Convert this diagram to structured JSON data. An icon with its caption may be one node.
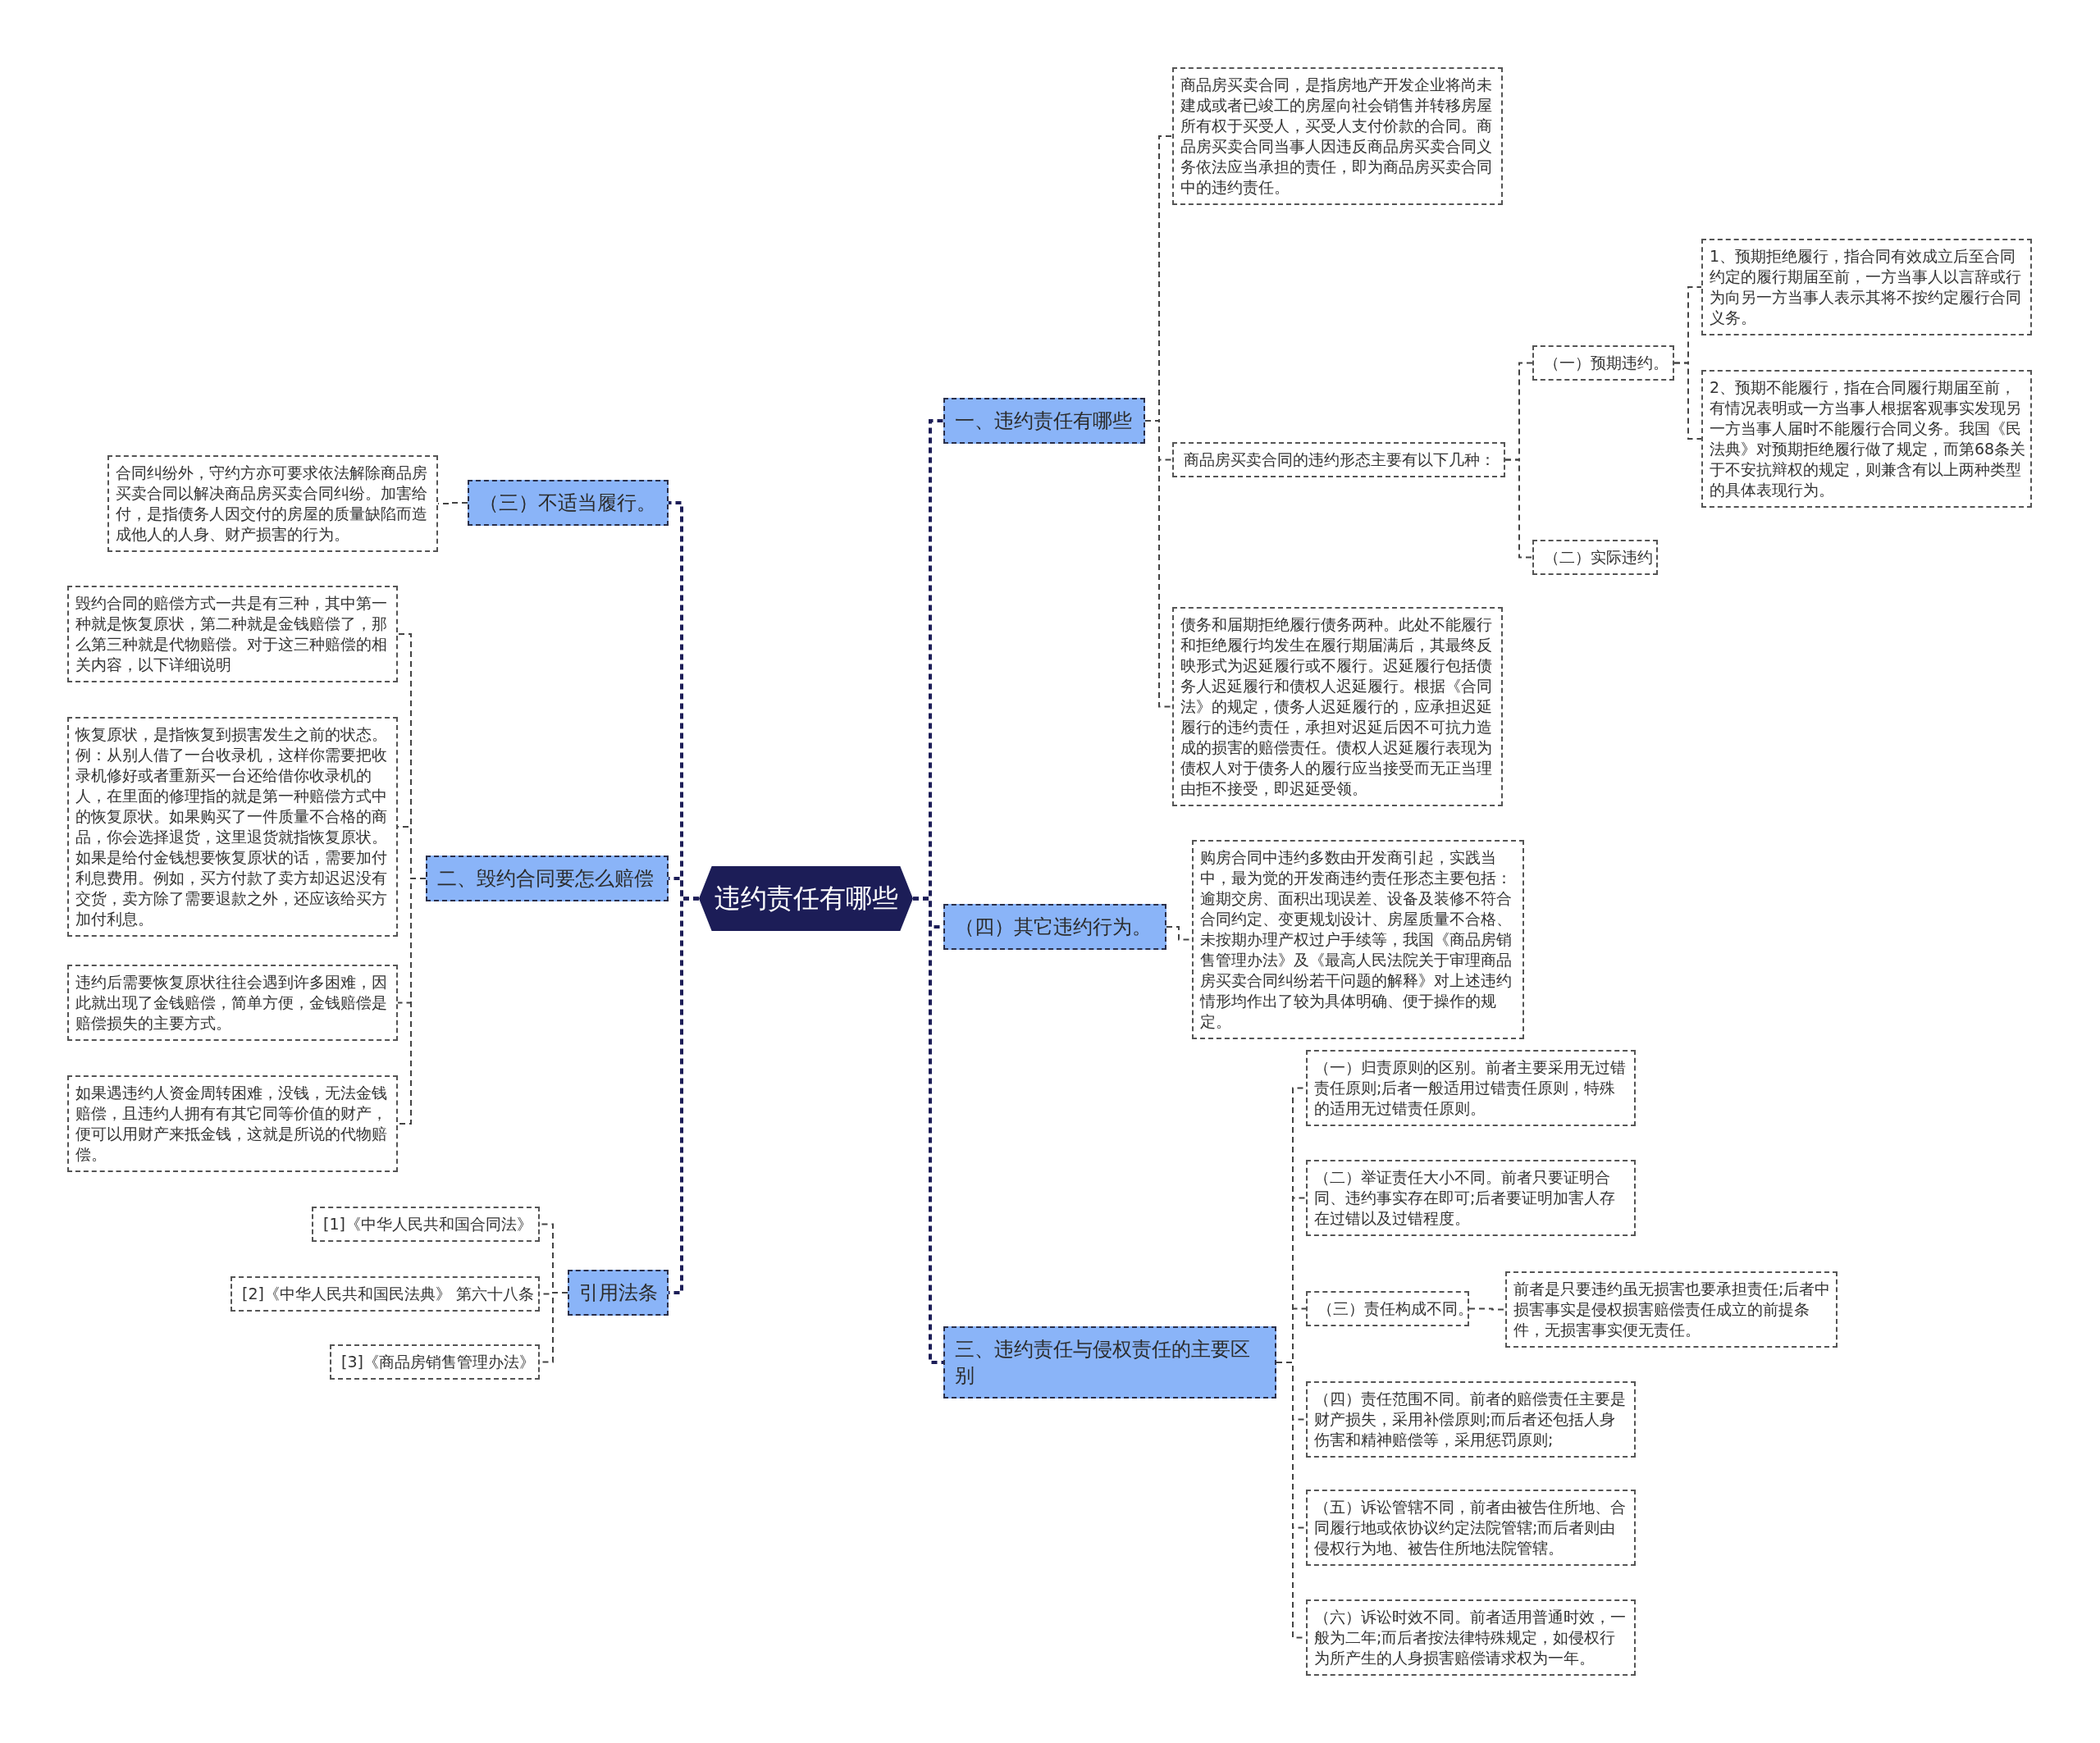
{
  "diagram": {
    "nodes": [
      {
        "text": [
          "违约责任有哪些"
        ]
      },
      {
        "text": [
          "一、违约责任有哪些"
        ]
      },
      {
        "text": [
          "商品房买卖合同，是指房地产开发企业将尚未建成或者已竣工的房屋向社会销售并转移房屋所有权于买受人，买受人支付价款的合同。商品房买卖合同当事人因违反商品房买卖合同义务依法应当承担的责任，即为商品房买卖合同中的违约责任。"
        ]
      },
      {
        "text": [
          "商品房买卖合同的违约形态主要有以下几种："
        ]
      },
      {
        "text": [
          "（一）预期违约。"
        ]
      },
      {
        "text": [
          "1、预期拒绝履行，指合同有效成立后至合同约定的履行期届至前，一方当事人以言辞或行为向另一方当事人表示其将不按约定履行合同义务。"
        ]
      },
      {
        "text": [
          "2、预期不能履行，指在合同履行期届至前，有情况表明或一方当事人根据客观事实发现另一方当事人届时不能履行合同义务。我国《民法典》对预期拒绝履行做了规定，而第68条关于不安抗辩权的规定，则兼含有以上两种类型的具体表现行为。"
        ]
      },
      {
        "text": [
          "（二）实际违约"
        ]
      },
      {
        "text": [
          "债务和届期拒绝履行债务两种。此处不能履行和拒绝履行均发生在履行期届满后，其最终反映形式为迟延履行或不履行。迟延履行包括债务人迟延履行和债权人迟延履行。根据《合同法》的规定，债务人迟延履行的，应承担迟延履行的违约责任，承担对迟延后因不可抗力造成的损害的赔偿责任。债权人迟延履行表现为债权人对于债务人的履行应当接受而无正当理由拒不接受，即迟延受领。"
        ]
      },
      {
        "text": [
          "（四）其它违约行为。"
        ]
      },
      {
        "text": [
          "购房合同中违约多数由开发商引起，实践当中，最为觉的开发商违约责任形态主要包括：逾期交房、面积出现误差、设备及装修不符合合同约定、变更规划设计、房屋质量不合格、未按期办理产权过户手续等，我国《商品房销售管理办法》及《最高人民法院关于审理商品房买卖合同纠纷若干问题的解释》对上述违约情形均作出了较为具体明确、便于操作的规定。"
        ]
      },
      {
        "text": [
          "三、违约责任与侵权责任的主要区别"
        ]
      },
      {
        "text": [
          "（一）归责原则的区别。前者主要采用无过错责任原则;后者一般适用过错责任原则，特殊的适用无过错责任原则。"
        ]
      },
      {
        "text": [
          "（二）举证责任大小不同。前者只要证明合同、违约事实存在即可;后者要证明加害人存在过错以及过错程度。"
        ]
      },
      {
        "text": [
          "（三）责任构成不同。"
        ]
      },
      {
        "text": [
          "前者是只要违约虽无损害也要承担责任;后者中损害事实是侵权损害赔偿责任成立的前提条件，无损害事实便无责任。"
        ]
      },
      {
        "text": [
          "（四）责任范围不同。前者的赔偿责任主要是财产损失，采用补偿原则;而后者还包括人身伤害和精神赔偿等，采用惩罚原则;"
        ]
      },
      {
        "text": [
          "（五）诉讼管辖不同，前者由被告住所地、合同履行地或依协议约定法院管辖;而后者则由侵权行为地、被告住所地法院管辖。"
        ]
      },
      {
        "text": [
          "（六）诉讼时效不同。前者适用普通时效，一般为二年;而后者按法律特殊规定，如侵权行为所产生的人身损害赔偿请求权为一年。"
        ]
      },
      {
        "text": [
          "（三）不适当履行。"
        ]
      },
      {
        "text": [
          "合同纠纷外，守约方亦可要求依法解除商品房买卖合同以解决商品房买卖合同纠纷。加害给付，是指债务人因交付的房屋的质量缺陷而造成他人的人身、财产损害的行为。"
        ]
      },
      {
        "text": [
          "二、毁约合同要怎么赔偿"
        ]
      },
      {
        "text": [
          "毁约合同的赔偿方式一共是有三种，其中第一种就是恢复原状，第二种就是金钱赔偿了，那么第三种就是代物赔偿。对于这三种赔偿的相关内容，以下详细说明"
        ]
      },
      {
        "text": [
          "恢复原状，是指恢复到损害发生之前的状态。例：从别人借了一台收录机，这样你需要把收录机修好或者重新买一台还给借你收录机的人，在里面的修理指的就是第一种赔偿方式中的恢复原状。如果购买了一件质量不合格的商品，你会选择退货，这里退货就指恢复原状。如果是给付金钱想要恢复原状的话，需要加付利息费用。例如，买方付款了卖方却迟迟没有交货，卖方除了需要退款之外，还应该给买方加付利息。"
        ]
      },
      {
        "text": [
          "违约后需要恢复原状往往会遇到许多困难，因此就出现了金钱赔偿，简单方便，金钱赔偿是赔偿损失的主要方式。"
        ]
      },
      {
        "text": [
          "如果遇违约人资金周转困难，没钱，无法金钱赔偿，且违约人拥有有其它同等价值的财产，便可以用财产来抵金钱，这就是所说的代物赔偿。"
        ]
      },
      {
        "text": [
          "引用法条"
        ]
      },
      {
        "text": [
          "[1]《中华人民共和国合同法》"
        ]
      },
      {
        "text": [
          "[2]《中华人民共和国民法典》 第六十八条"
        ]
      },
      {
        "text": [
          "[3]《商品房销售管理办法》"
        ]
      }
    ],
    "edges": [
      {
        "from": 0,
        "to": 1,
        "arrow": "none",
        "style": "dashed",
        "color": "#1c1d57"
      },
      {
        "from": 1,
        "to": 2,
        "arrow": "none",
        "style": "dashed"
      },
      {
        "from": 1,
        "to": 3,
        "arrow": "none",
        "style": "dashed"
      },
      {
        "from": 3,
        "to": 4,
        "arrow": "none",
        "style": "dashed"
      },
      {
        "from": 4,
        "to": 5,
        "arrow": "none",
        "style": "dashed"
      },
      {
        "from": 4,
        "to": 6,
        "arrow": "none",
        "style": "dashed"
      },
      {
        "from": 3,
        "to": 7,
        "arrow": "none",
        "style": "dashed"
      },
      {
        "from": 1,
        "to": 8,
        "arrow": "none",
        "style": "dashed"
      },
      {
        "from": 0,
        "to": 9,
        "arrow": "none",
        "style": "dashed",
        "color": "#1c1d57"
      },
      {
        "from": 9,
        "to": 10,
        "arrow": "none",
        "style": "dashed"
      },
      {
        "from": 0,
        "to": 11,
        "arrow": "none",
        "style": "dashed",
        "color": "#1c1d57"
      },
      {
        "from": 11,
        "to": 12,
        "arrow": "none",
        "style": "dashed"
      },
      {
        "from": 11,
        "to": 13,
        "arrow": "none",
        "style": "dashed"
      },
      {
        "from": 11,
        "to": 14,
        "arrow": "none",
        "style": "dashed"
      },
      {
        "from": 14,
        "to": 15,
        "arrow": "none",
        "style": "dashed"
      },
      {
        "from": 11,
        "to": 16,
        "arrow": "none",
        "style": "dashed"
      },
      {
        "from": 11,
        "to": 17,
        "arrow": "none",
        "style": "dashed"
      },
      {
        "from": 11,
        "to": 18,
        "arrow": "none",
        "style": "dashed"
      },
      {
        "from": 0,
        "to": 19,
        "arrow": "none",
        "style": "dashed",
        "color": "#1c1d57"
      },
      {
        "from": 19,
        "to": 20,
        "arrow": "none",
        "style": "dashed"
      },
      {
        "from": 0,
        "to": 21,
        "arrow": "none",
        "style": "dashed",
        "color": "#1c1d57"
      },
      {
        "from": 21,
        "to": 22,
        "arrow": "none",
        "style": "dashed"
      },
      {
        "from": 21,
        "to": 23,
        "arrow": "none",
        "style": "dashed"
      },
      {
        "from": 21,
        "to": 24,
        "arrow": "none",
        "style": "dashed"
      },
      {
        "from": 21,
        "to": 25,
        "arrow": "none",
        "style": "dashed"
      },
      {
        "from": 0,
        "to": 26,
        "arrow": "none",
        "style": "dashed",
        "color": "#1c1d57"
      },
      {
        "from": 26,
        "to": 27,
        "arrow": "none",
        "style": "dashed"
      },
      {
        "from": 26,
        "to": 28,
        "arrow": "none",
        "style": "dashed"
      },
      {
        "from": 26,
        "to": 29,
        "arrow": "none",
        "style": "dashed"
      }
    ]
  }
}
